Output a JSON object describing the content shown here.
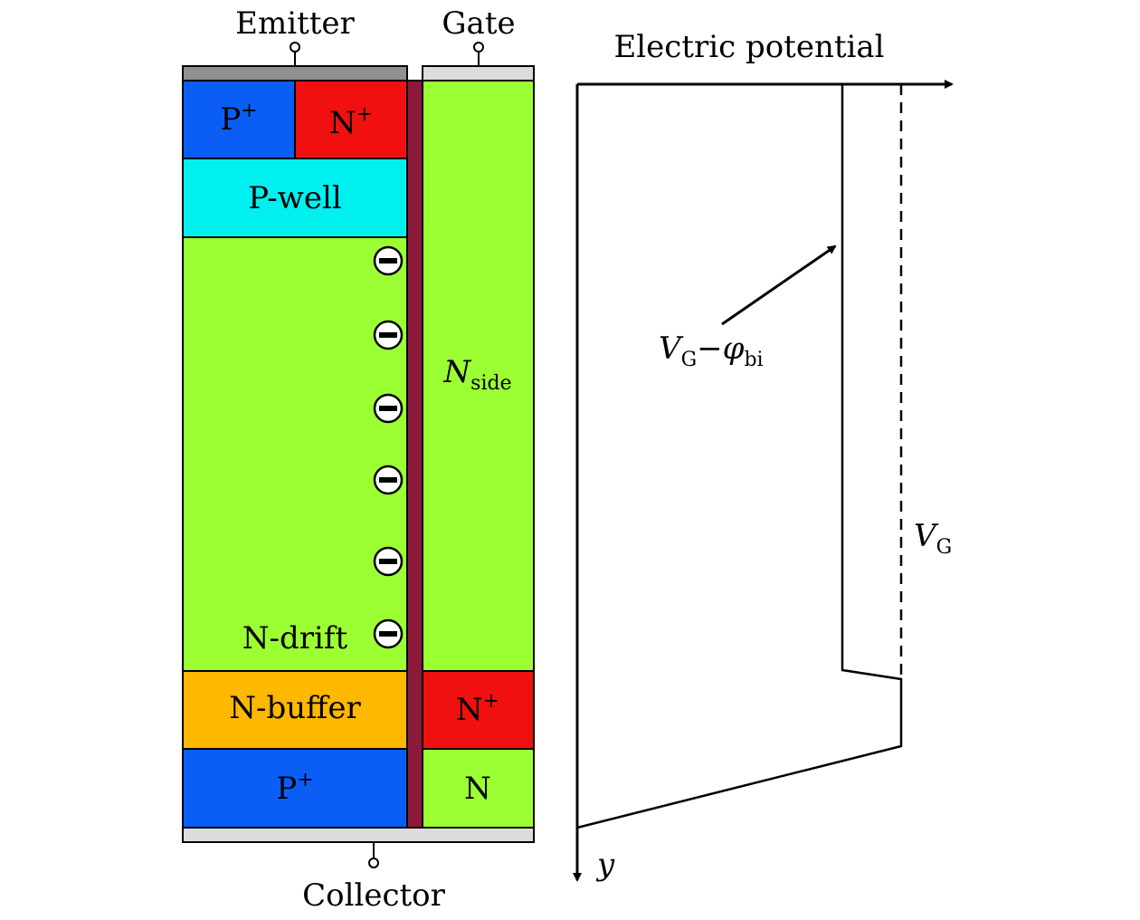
{
  "device": {
    "terminals": {
      "emitter": "Emitter",
      "gate": "Gate",
      "collector": "Collector"
    },
    "regions": {
      "p_plus_top": {
        "base": "P",
        "sup": "+"
      },
      "n_plus_top": {
        "base": "N",
        "sup": "+"
      },
      "p_well": "P-well",
      "n_drift": "N-drift",
      "n_buffer": "N-buffer",
      "p_plus_bottom": {
        "base": "P",
        "sup": "+"
      },
      "n_side": {
        "base": "N",
        "sub": "side"
      },
      "n_plus_side": {
        "base": "N",
        "sup": "+"
      },
      "n_side_bottom": "N"
    },
    "charge_symbol": "−",
    "charge_count": 6,
    "colors": {
      "p_plus": "#0a5ef5",
      "n_plus": "#f01010",
      "p_well": "#00f0f0",
      "n_drift": "#9cff33",
      "n_buffer": "#ffb800",
      "oxide": "#8b1a3a",
      "emitter_metal": "#909090",
      "light_metal": "#dcdcdc"
    }
  },
  "potential_plot": {
    "title": "Electric potential",
    "y_axis_label": "y",
    "arrow_label": {
      "v": "V",
      "v_sub": "G",
      "minus": "−",
      "phi": "φ",
      "phi_sub": "bi"
    },
    "vg_label": {
      "v": "V",
      "v_sub": "G"
    }
  }
}
